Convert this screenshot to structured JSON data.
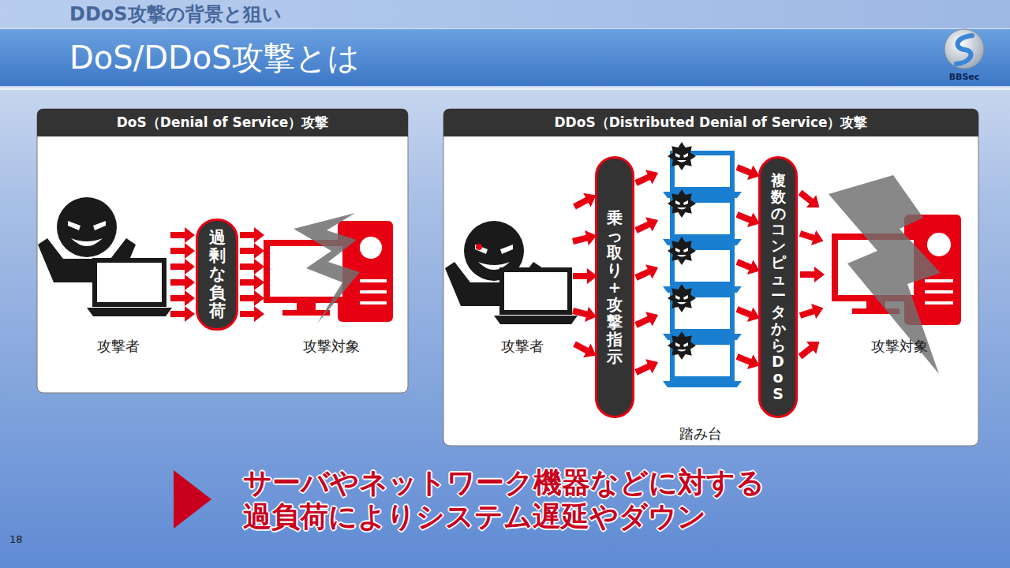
{
  "diagram": {
    "title": "DoS/DDoS攻撃とは",
    "caption": "サーバやネットワーク機器などに対する 過負荷によりシステム遅延やダウン",
    "nodes": [
      {
        "text": [
          "DoS（Denial of Service）攻撃"
        ]
      },
      {
        "text": [
          "過剰な負荷"
        ],
        "in": 0
      },
      {
        "text": [
          "DDoS（Distributed Denial of Service）攻撃"
        ]
      },
      {
        "text": [
          "乗っ取り + 攻撃指示"
        ],
        "in": 2
      },
      {
        "text": [
          "複数のコンピュータからDoS"
        ],
        "in": 2
      }
    ],
    "labels": [
      "DDoS攻撃の背景と狙い",
      "攻撃者",
      "攻撃対象",
      "攻撃者",
      "踏み台",
      "攻撃対象",
      "BBSec",
      "18"
    ]
  }
}
